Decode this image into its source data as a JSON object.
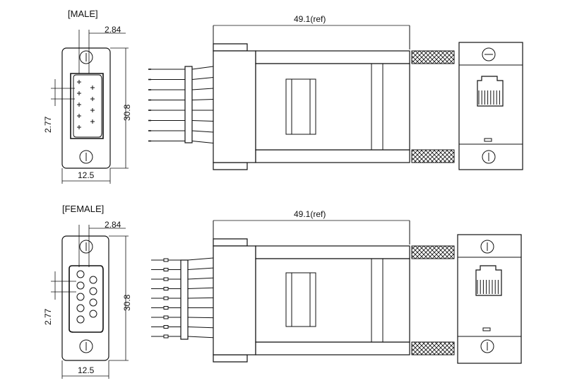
{
  "views": [
    {
      "id": "male",
      "label": "[MALE]",
      "dims": {
        "pin_offset": "2.84",
        "shell_height": "30.8",
        "row_pitch": "2.77",
        "shell_width": "12.5",
        "overall_length": "49.1(ref)"
      }
    },
    {
      "id": "female",
      "label": "[FEMALE]",
      "dims": {
        "pin_offset": "2.84",
        "shell_height": "30.8",
        "row_pitch": "2.77",
        "shell_width": "12.5",
        "overall_length": "49.1(ref)"
      }
    }
  ]
}
